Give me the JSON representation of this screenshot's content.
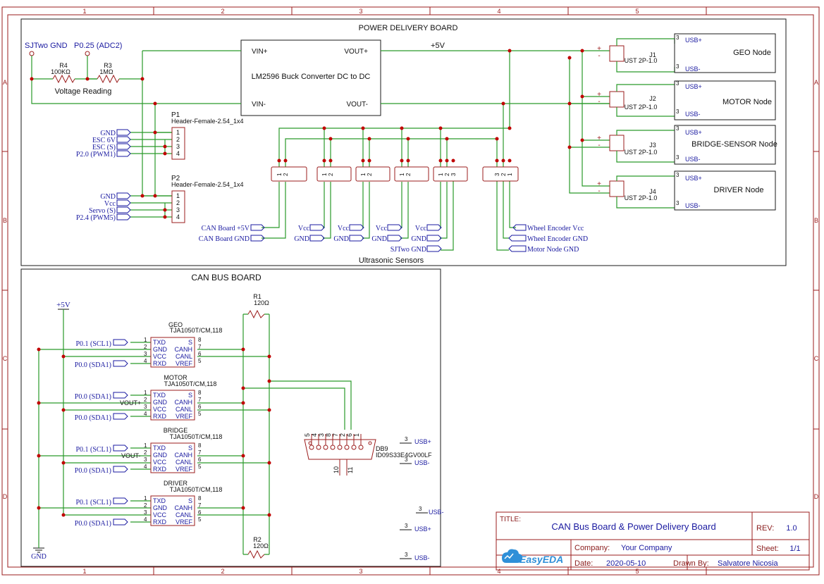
{
  "border": {
    "columns": [
      "1",
      "2",
      "3",
      "4",
      "5"
    ],
    "rows": [
      "A",
      "B",
      "C",
      "D"
    ]
  },
  "power_board": {
    "title": "POWER DELIVERY BOARD",
    "top_label_left": "SJTwo GND",
    "top_label_right": "P0.25 (ADC2)",
    "r4_name": "R4",
    "r4_value": "100KΩ",
    "r3_name": "R3",
    "r3_value": "1MΩ",
    "voltage_reading": "Voltage Reading",
    "converter_label": "LM2596 Buck Converter DC to DC",
    "vin_plus": "VIN+",
    "vin_minus": "VIN-",
    "vout_plus": "VOUT+",
    "vout_minus": "VOUT-",
    "plus5v": "+5V",
    "p1_name": "P1",
    "p1_part": "Header-Female-2.54_1x4",
    "p1_nets": [
      "GND",
      "ESC 6V",
      "ESC (S)",
      "P2.0 (PWM1)"
    ],
    "p2_name": "P2",
    "p2_part": "Header-Female-2.54_1x4",
    "p2_nets": [
      "GND",
      "Vcc",
      "Servo (S)",
      "P2.4 (PWM5)"
    ],
    "pin_numbers": [
      "1",
      "2",
      "3",
      "4"
    ],
    "connectors": [
      {
        "name": "J1",
        "part": "UST 2P-1.0",
        "node": "GEO Node"
      },
      {
        "name": "J2",
        "part": "UST 2P-1.0",
        "node": "MOTOR Node"
      },
      {
        "name": "J3",
        "part": "UST 2P-1.0",
        "node": "BRIDGE-SENSOR Node"
      },
      {
        "name": "J4",
        "part": "UST 2P-1.0",
        "node": "DRIVER Node"
      }
    ],
    "usb_plus": "USB+",
    "usb_minus": "USB-",
    "pin3": "3",
    "plus_sign": "+",
    "minus_sign": "-",
    "bottom_nets": [
      "CAN Board +5V",
      "CAN Board GND"
    ],
    "sensor_nets_vcc": [
      "Vcc",
      "Vcc",
      "Vcc",
      "Vcc"
    ],
    "sensor_nets_gnd": [
      "GND",
      "GND",
      "GND",
      "GND"
    ],
    "sjtwo_gnd": "SJTwo GND",
    "wheel_nets": [
      "Wheel Encoder Vcc",
      "Wheel Encoder GND",
      "Motor Node GND"
    ],
    "ultrasonic": "Ultrasonic Sensors"
  },
  "can_board": {
    "title": "CAN BUS BOARD",
    "plus5v": "+5V",
    "gnd": "GND",
    "r1_name": "R1",
    "r1_value": "120Ω",
    "r2_name": "R2",
    "r2_value": "120Ω",
    "part": "TJA1050T/CM,118",
    "transceivers": [
      {
        "name": "GEO",
        "scl": "P0.1 (SCL1)",
        "sda": "P0.0 (SDA1)",
        "extra": ""
      },
      {
        "name": "MOTOR",
        "scl": "P0.0 (SDA1)",
        "sda": "P0.0 (SDA1)",
        "extra": "VOUT+"
      },
      {
        "name": "BRIDGE",
        "scl": "P0.1 (SCL1)",
        "sda": "P0.0 (SDA1)",
        "extra": "VOUT-"
      },
      {
        "name": "DRIVER",
        "scl": "P0.1 (SCL1)",
        "sda": "P0.0 (SDA1)",
        "extra": ""
      }
    ],
    "left_pins": [
      "TXD",
      "GND",
      "VCC",
      "RXD"
    ],
    "right_pins": [
      "S",
      "CANH",
      "CANL",
      "VREF"
    ],
    "left_nums": [
      "1",
      "2",
      "3",
      "4"
    ],
    "right_nums": [
      "8",
      "7",
      "6",
      "5"
    ],
    "db9_name": "DB9",
    "db9_part": "ID09S33E4GV00LF",
    "db9_pins_top": [
      "5",
      "4",
      "3",
      "8",
      "7",
      "2",
      "6",
      "1"
    ],
    "db9_pins_bottom": [
      "10",
      "11"
    ],
    "usb_plus": "USB+",
    "usb_minus": "USB-",
    "pin3": "3"
  },
  "title_block": {
    "title_label": "TITLE:",
    "title": "CAN Bus Board & Power Delivery Board",
    "rev_label": "REV:",
    "rev": "1.0",
    "company_label": "Company:",
    "company": "Your Company",
    "sheet_label": "Sheet:",
    "sheet": "1/1",
    "date_label": "Date:",
    "date": "2020-05-10",
    "drawn_label": "Drawn By:",
    "drawn_by": "Salvatore Nicosia",
    "logo": "EasyEDA"
  },
  "colors": {
    "wire": "#2a9a2a",
    "frame": "#9b1c1c",
    "text": "#1a1aa0",
    "junction": "#c00000"
  }
}
